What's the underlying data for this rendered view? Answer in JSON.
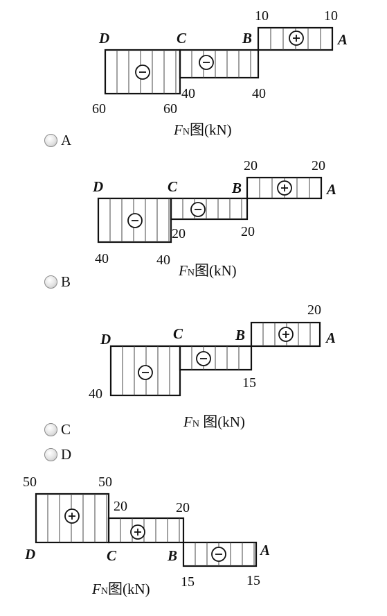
{
  "options": [
    {
      "letter": "A",
      "top": "",
      "dims": [
        "10",
        "10",
        "40",
        "40",
        "60",
        "60"
      ]
    },
    {
      "letter": "B"
    },
    {
      "letter": "C"
    },
    {
      "letter": "D"
    }
  ],
  "diagrams": [
    {
      "points": [
        "D",
        "C",
        "B",
        "A"
      ],
      "values": [
        "10",
        "10",
        "40",
        "40",
        "60",
        "60"
      ],
      "caption": {
        "f": "F",
        "sub": "N",
        "rest": "图(kN)"
      }
    },
    {
      "points": [
        "D",
        "C",
        "B",
        "A"
      ],
      "values": [
        "20",
        "20",
        "20",
        "20",
        "40",
        "40"
      ],
      "caption": {
        "f": "F",
        "sub": "N",
        "rest": "图(kN)"
      }
    },
    {
      "points": [
        "D",
        "C",
        "B",
        "A"
      ],
      "values": [
        "20",
        "15",
        "40"
      ],
      "caption": {
        "f": "F",
        "sub": "N",
        "rest": " 图(kN)"
      }
    },
    {
      "points": [
        "D",
        "C",
        "B",
        "A"
      ],
      "values": [
        "50",
        "50",
        "20",
        "20",
        "15",
        "15"
      ],
      "caption": {
        "f": "F",
        "sub": "N",
        "rest": "图(kN)"
      }
    }
  ],
  "symbols": {
    "plus": "+",
    "minus": "−"
  }
}
